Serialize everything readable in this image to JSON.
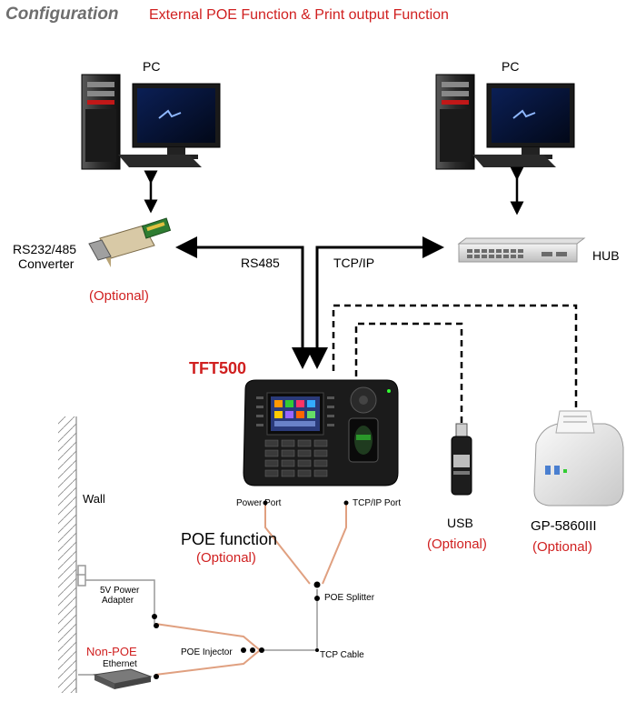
{
  "header": {
    "title": "Configuration",
    "subtitle": "External POE Function &  Print output Function"
  },
  "labels": {
    "pc_left": "PC",
    "pc_right": "PC",
    "converter_line1": "RS232/485",
    "converter_line2": "Converter",
    "converter_optional": "(Optional)",
    "hub": "HUB",
    "rs485": "RS485",
    "tcpip": "TCP/IP",
    "device": "TFT500",
    "power_port": "Power Port",
    "tcpip_port": "TCP/IP Port",
    "usb": "USB",
    "usb_optional": "(Optional)",
    "printer": "GP-5860III",
    "printer_optional": "(Optional)",
    "poe_function": "POE function",
    "poe_optional": "(Optional)",
    "wall": "Wall",
    "adapter_line1": "5V Power",
    "adapter_line2": "Adapter",
    "poe_splitter": "POE Splitter",
    "non_poe": "Non-POE",
    "ethernet": "Ethernet",
    "poe_injector": "POE Injector",
    "tcp_cable": "TCP Cable"
  },
  "colors": {
    "accent_red": "#d02020",
    "title_gray": "#6e6e6e",
    "poe_line": "#e0a080",
    "device_body": "#1b1b1b"
  }
}
